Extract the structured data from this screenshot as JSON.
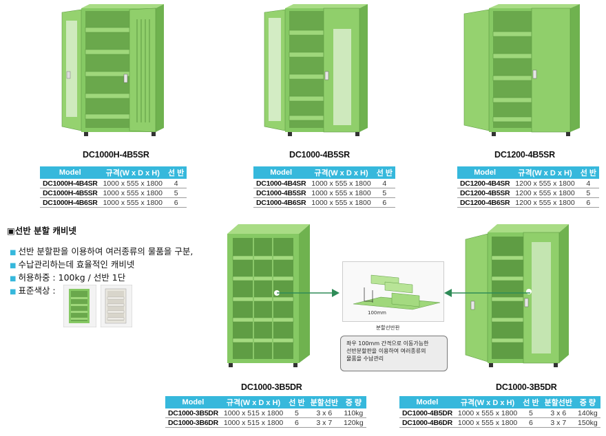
{
  "colors": {
    "cabinet_green": "#8fcf6a",
    "header_blue": "#36b8dc",
    "arrow_green": "#2e8b57"
  },
  "models_top": [
    {
      "title": "DC1000H-4B5SR",
      "rows": [
        [
          "DC1000H-4B4SR",
          "1000 x 555 x 1800",
          "4"
        ],
        [
          "DC1000H-4B5SR",
          "1000 x 555 x 1800",
          "5"
        ],
        [
          "DC1000H-4B6SR",
          "1000 x 555 x 1800",
          "6"
        ]
      ]
    },
    {
      "title": "DC1000-4B5SR",
      "rows": [
        [
          "DC1000-4B4SR",
          "1000 x 555 x 1800",
          "4"
        ],
        [
          "DC1000-4B5SR",
          "1000 x 555 x 1800",
          "5"
        ],
        [
          "DC1000-4B6SR",
          "1000 x 555 x 1800",
          "6"
        ]
      ]
    },
    {
      "title": "DC1200-4B5SR",
      "rows": [
        [
          "DC1200-4B4SR",
          "1200 x 555 x 1800",
          "4"
        ],
        [
          "DC1200-4B5SR",
          "1200 x 555 x 1800",
          "5"
        ],
        [
          "DC1200-4B6SR",
          "1200 x 555 x 1800",
          "6"
        ]
      ]
    }
  ],
  "header_top": {
    "model": "Model",
    "size": "규격(W x D x H)",
    "shelf": "선 반"
  },
  "header_bottom": {
    "model": "Model",
    "size": "규격(W x D x H)",
    "shelf": "선 반",
    "divider": "분할선반",
    "weight": "중 량"
  },
  "section": {
    "title": "▣선반 분할 캐비넷",
    "bullets": [
      "선반 분할판을 이용하여 여러종류의 물품을 구분,",
      "수납관리하는데 효율적인 캐비넷",
      "허용하중 : 100kg / 선반 1단",
      "표준색상 :"
    ]
  },
  "divider_panel": {
    "dim": "100mm",
    "caption": "분할선반판"
  },
  "note": {
    "lines": [
      "좌우 100mm 간격으로 이동가능한",
      "선반분할판을 이용하여 여러종류의",
      "물품을 수납관리"
    ]
  },
  "models_bottom": [
    {
      "title": "DC1000-3B5DR",
      "rows": [
        [
          "DC1000-3B5DR",
          "1000 x 515 x 1800",
          "5",
          "3 x 6",
          "110kg"
        ],
        [
          "DC1000-3B6DR",
          "1000 x 515 x 1800",
          "6",
          "3 x 7",
          "120kg"
        ]
      ]
    },
    {
      "title": "DC1000-3B5DR",
      "rows": [
        [
          "DC1000-4B5DR",
          "1000 x 555 x 1800",
          "5",
          "3 x 6",
          "140kg"
        ],
        [
          "DC1000-4B6DR",
          "1000 x 555 x 1800",
          "6",
          "3 x 7",
          "150kg"
        ]
      ]
    }
  ]
}
